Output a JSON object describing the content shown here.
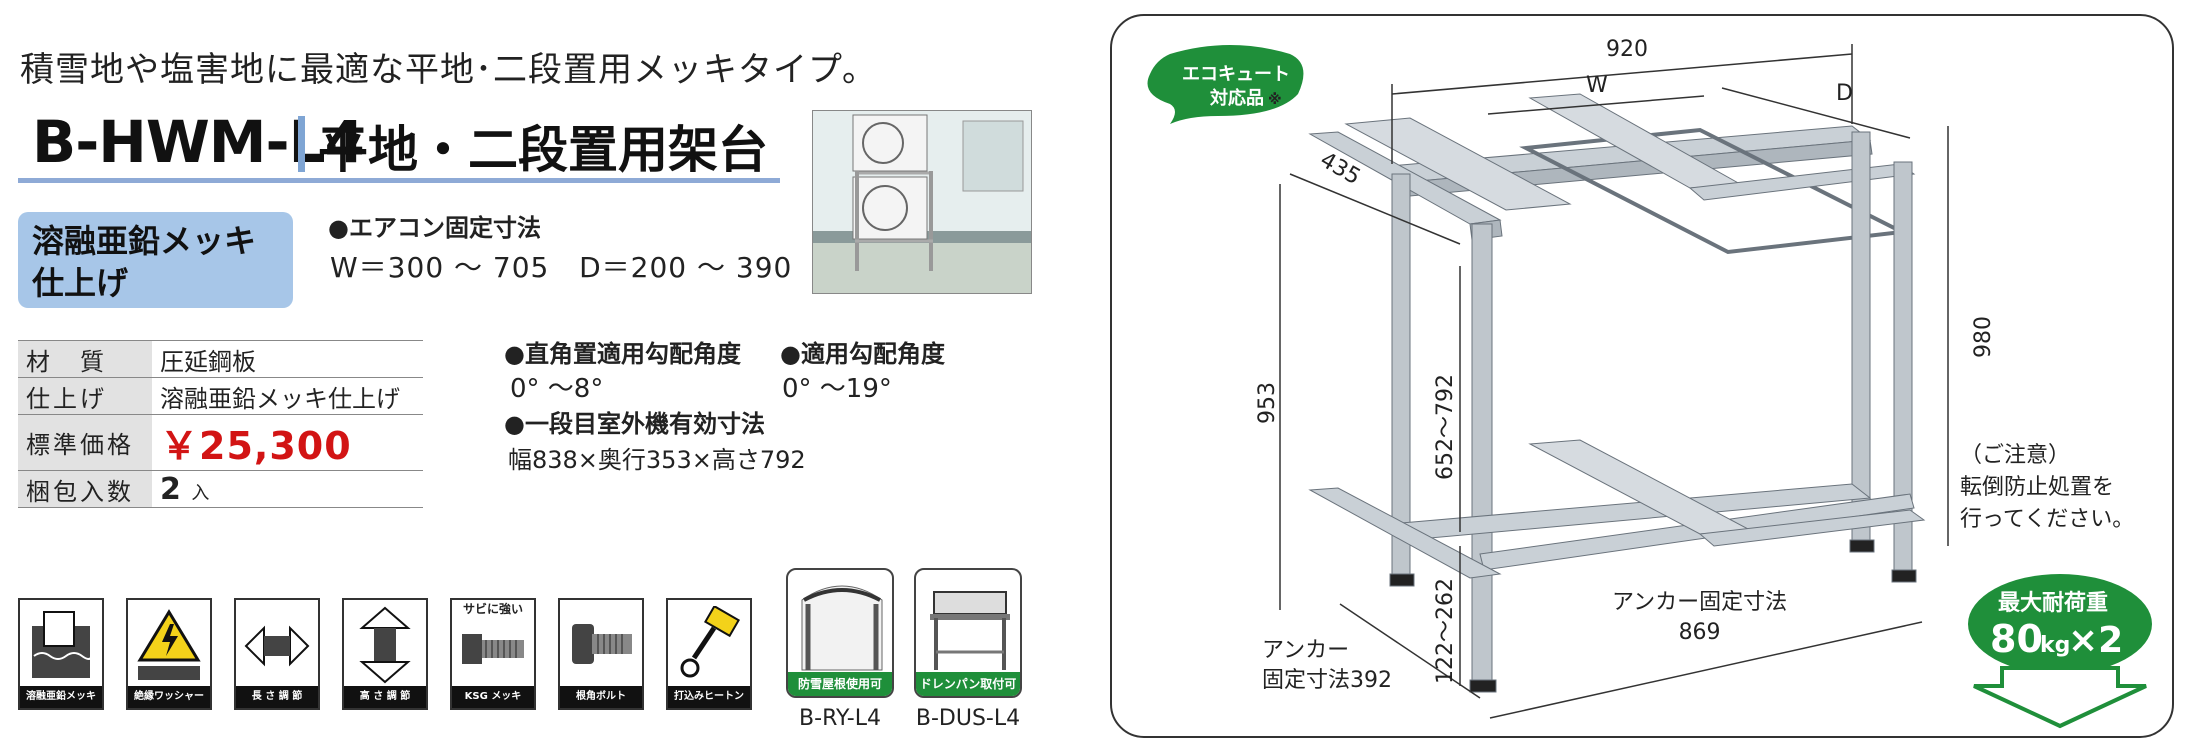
{
  "header": {
    "tagline": "積雪地や塩害地に最適な平地･二段置用メッキタイプ。",
    "model": "B-HWM-L4",
    "title": "平地・二段置用架台"
  },
  "finish_badge": {
    "line1": "溶融亜鉛メッキ",
    "line2": "仕上げ"
  },
  "fixing": {
    "heading": "●エアコン固定寸法",
    "value": "W＝300 ～ 705   D＝200 ～ 390"
  },
  "spec_table": {
    "rows": [
      {
        "key": "材　質",
        "value": "圧延鋼板"
      },
      {
        "key": "仕上げ",
        "value": "溶融亜鉛メッキ仕上げ"
      },
      {
        "key": "標準価格",
        "value": "￥25,300"
      },
      {
        "key": "梱包入数",
        "value": "2",
        "unit": "入"
      }
    ]
  },
  "notes": {
    "angle_right_head": "●直角置適用勾配角度",
    "angle_right_val": "0° ～8°",
    "angle_apply_head": "●適用勾配角度",
    "angle_apply_val": "0° ～19°",
    "first_tier_head": "●一段目室外機有効寸法",
    "first_tier_val": "幅838×奥行353×高さ792"
  },
  "feature_icons": [
    {
      "name": "hot-dip-icon",
      "label": "溶融亜鉛メッキ"
    },
    {
      "name": "insulated-washer-icon",
      "label": "絶縁ワッシャー"
    },
    {
      "name": "length-adjust-icon",
      "label": "長 さ 調 節"
    },
    {
      "name": "height-adjust-icon",
      "label": "高 さ 調 節"
    },
    {
      "name": "ksg-plating-icon",
      "label": "KSG メッキ",
      "top_label": "サビに強い"
    },
    {
      "name": "square-bolt-icon",
      "label": "根角ボルト"
    },
    {
      "name": "hammer-nut-icon",
      "label": "打込みヒートン"
    }
  ],
  "options": [
    {
      "name": "snow-roof-icon",
      "caption": "防雪屋根使用可",
      "model": "B-RY-L4"
    },
    {
      "name": "drain-pan-icon",
      "caption": "ドレンパン取付可",
      "model": "B-DUS-L4"
    }
  ],
  "diagram": {
    "eco_badge": {
      "line1": "エコキュート",
      "line2": "対応品",
      "mark": "※"
    },
    "dims": {
      "top_width": "920",
      "w": "W",
      "d": "D",
      "depth": "435",
      "total_height": "980",
      "front_height": "953",
      "upper_range": "652～792",
      "lower_range": "122～262"
    },
    "anchor_width": {
      "line1": "アンカー固定寸法",
      "line2": "869"
    },
    "anchor_depth": {
      "line1": "アンカー",
      "line2": "固定寸法392"
    },
    "caution": {
      "line1": "（ご注意）",
      "line2": "転倒防止処置を",
      "line3": "行ってください。"
    },
    "max_load": {
      "line1": "最大耐荷重",
      "value": "80",
      "unit": "kg",
      "mult": "×2"
    }
  },
  "colors": {
    "accent_blue": "#8eaad6",
    "badge_blue": "#a7c6e8",
    "price_red": "#d21414",
    "eco_green": "#1f8f3a"
  }
}
